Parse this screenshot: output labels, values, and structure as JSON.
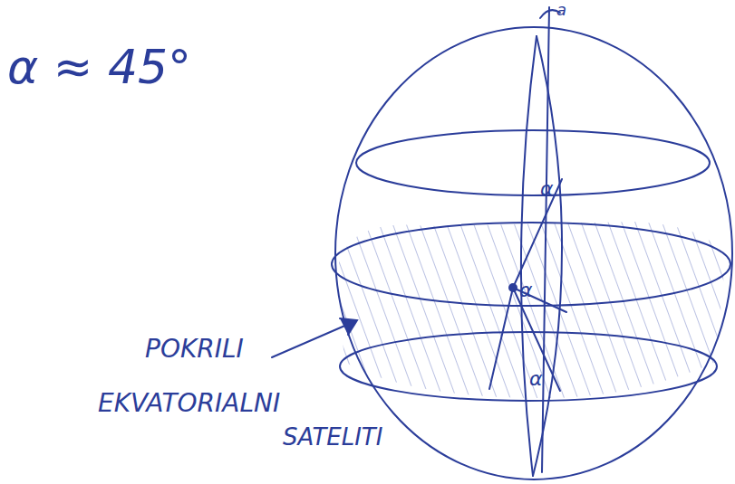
{
  "diagram": {
    "labels": [
      "α ≈ 45°",
      "a",
      "α",
      "α",
      "α",
      "POKRILI",
      "EKVATORIALNI",
      "SATELITI"
    ]
  }
}
